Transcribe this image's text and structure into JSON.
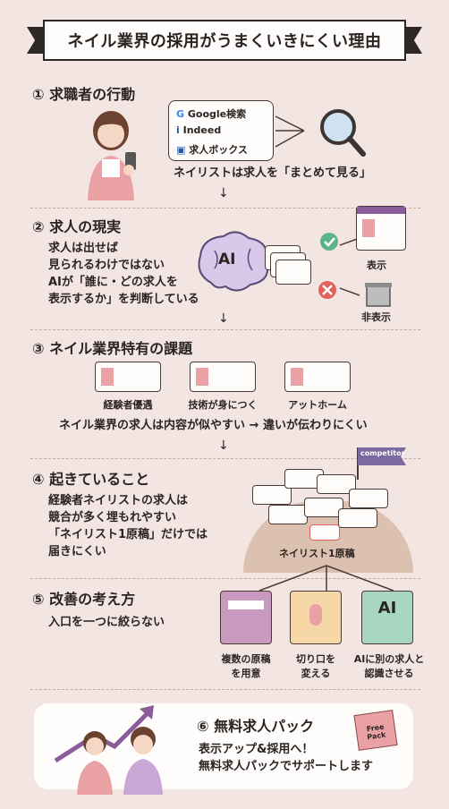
{
  "title": "ネイル業界の採用がうまくいきにくい理由",
  "s1": {
    "heading": "① 求職者の行動",
    "services": [
      "Google検索",
      "Indeed",
      "求人ボックス"
    ],
    "caption": "ネイリストは求人を「まとめて見る」"
  },
  "s2": {
    "heading": "② 求人の現実",
    "body": [
      "求人は出せば",
      "見られるわけではない",
      "AIが「誰に・どの求人を",
      "表示するか」を判断している"
    ],
    "ai_label": "AI",
    "shown": "表示",
    "hidden": "非表示"
  },
  "s3": {
    "heading": "③ ネイル業界特有の課題",
    "cards": [
      "経験者優遇",
      "技術が身につく",
      "アットホーム"
    ],
    "caption": "ネイル業界の求人は内容が似やすい → 違いが伝わりにくい"
  },
  "s4": {
    "heading": "④ 起きていること",
    "body": [
      "経験者ネイリストの求人は",
      "競合が多く埋もれやすい",
      "「ネイリスト1原稿」だけでは",
      "届きにくい"
    ],
    "flag": "competitor",
    "label": "ネイリスト1原稿"
  },
  "s5": {
    "heading": "⑤ 改善の考え方",
    "body": "入口を一つに絞らない",
    "ai_label": "AI",
    "options": [
      [
        "複数の原稿",
        "を用意"
      ],
      [
        "切り口を",
        "変える"
      ],
      [
        "AIに別の求人と",
        "認識させる"
      ]
    ]
  },
  "s6": {
    "heading": "⑥ 無料求人パック",
    "lines": [
      "表示アップ&採用へ！",
      "無料求人パックでサポートします"
    ],
    "box_label": "Free Pack"
  },
  "colors": {
    "bg": "#f3e6e2",
    "pink": "#e9a1a4",
    "green": "#5fb38a",
    "red": "#e0625a",
    "purple": "#8a5d9a"
  }
}
